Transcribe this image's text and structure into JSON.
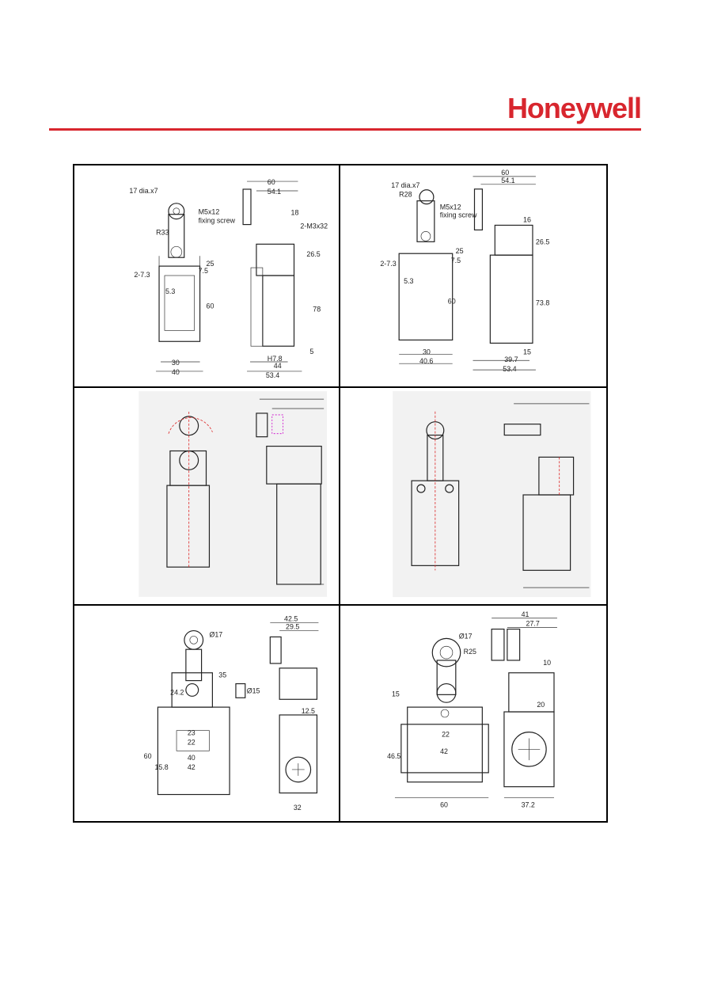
{
  "brand": {
    "logo_text": "Honeywell",
    "color": "#d8262e"
  },
  "drawings": [
    {
      "labels": [
        "17 dia.x7",
        "M5x12",
        "fixing screw",
        "R33",
        "25",
        "7.5",
        "2-7.3",
        "5.3",
        "60",
        "30",
        "40",
        "60",
        "54.1",
        "18",
        "2-M3x32",
        "26.5",
        "78",
        "5",
        "H7.8",
        "44",
        "53.4"
      ]
    },
    {
      "labels": [
        "17 dia.x7",
        "R28",
        "M5x12",
        "fixing screw",
        "25",
        "7.5",
        "2-7.3",
        "5.3",
        "60",
        "30",
        "40.6",
        "60",
        "54.1",
        "16",
        "26.5",
        "73.8",
        "15",
        "39.7",
        "53.4"
      ]
    },
    {
      "labels": []
    },
    {
      "labels": []
    },
    {
      "labels": [
        "Ø17",
        "35",
        "Ø15",
        "24.2",
        "23",
        "22",
        "40",
        "42",
        "60",
        "15.8",
        "42.5",
        "29.5",
        "12.5",
        "32"
      ]
    },
    {
      "labels": [
        "Ø17",
        "R25",
        "15",
        "22",
        "42",
        "46.5",
        "60",
        "41",
        "27.7",
        "10",
        "20",
        "37.2"
      ]
    }
  ]
}
